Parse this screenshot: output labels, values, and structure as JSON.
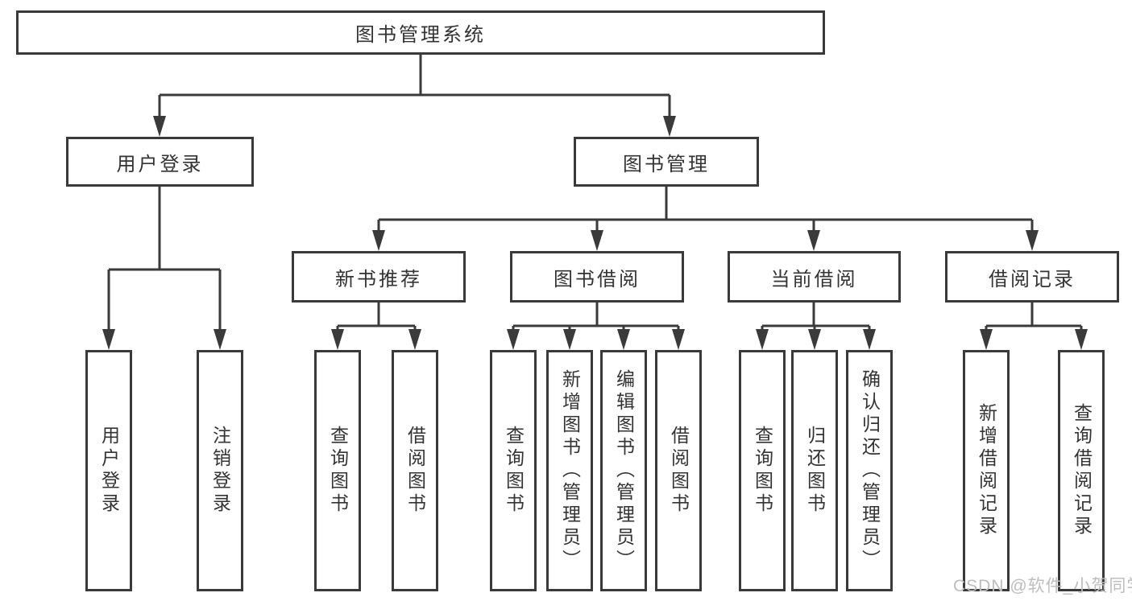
{
  "diagram": {
    "root": {
      "label": "图书管理系统"
    },
    "user_login_branch": {
      "label": "用户登录",
      "children": [
        {
          "label": "用户登录"
        },
        {
          "label": "注销登录"
        }
      ]
    },
    "book_mgmt_branch": {
      "label": "图书管理",
      "groups": [
        {
          "label": "新书推荐",
          "children": [
            {
              "label": "查询图书"
            },
            {
              "label": "借阅图书"
            }
          ]
        },
        {
          "label": "图书借阅",
          "children": [
            {
              "label": "查询图书"
            },
            {
              "label": "新增图书（管理员）"
            },
            {
              "label": "编辑图书（管理员）"
            },
            {
              "label": "借阅图书"
            }
          ]
        },
        {
          "label": "当前借阅",
          "children": [
            {
              "label": "查询图书"
            },
            {
              "label": "归还图书"
            },
            {
              "label": "确认归还（管理员）"
            }
          ]
        },
        {
          "label": "借阅记录",
          "children": [
            {
              "label": "新增借阅记录"
            },
            {
              "label": "查询借阅记录"
            }
          ]
        }
      ]
    }
  },
  "colors": {
    "line": "#3a3a3a",
    "text": "#333333",
    "watermark": "#bdbdbd"
  },
  "watermark": {
    "text": "CSDN @软件_小贺同学"
  }
}
